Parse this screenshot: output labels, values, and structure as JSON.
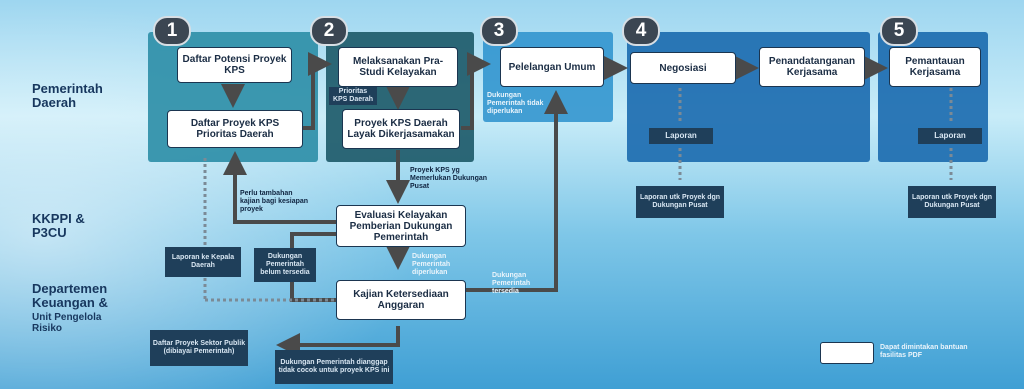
{
  "steps": [
    "1",
    "2",
    "3",
    "4",
    "5"
  ],
  "lanes": {
    "pemda": "Pemerintah Daerah",
    "kkppi": "KKPPI & P3CU",
    "depkeu": "Departemen Keuangan &",
    "upr": "Unit Pengelola Risiko"
  },
  "boxes": {
    "daftar_potensi": "Daftar Potensi Proyek KPS",
    "daftar_prioritas": "Daftar Proyek KPS Prioritas Daerah",
    "pra_studi": "Melaksanakan Pra-Studi Kelayakan",
    "layak": "Proyek KPS Daerah Layak Dikerjasamakan",
    "pelelangan": "Pelelangan Umum",
    "negosiasi": "Negosiasi",
    "penandatanganan": "Penandatanganan Kerjasama",
    "pemantauan": "Pemantauan Kerjasama",
    "evaluasi": "Evaluasi Kelayakan Pemberian Dukungan Pemerintah",
    "kajian": "Kajian Ketersediaan Anggaran"
  },
  "dark_boxes": {
    "prioritas_kps": "Prioritas KPS Daerah",
    "laporan4": "Laporan",
    "laporan5": "Laporan",
    "laporan_utk4": "Laporan utk Proyek dgn Dukungan Pusat",
    "laporan_utk5": "Laporan utk Proyek dgn Dukungan Pusat",
    "laporan_ke": "Laporan ke Kepala Daerah",
    "dukungan_belum": "Dukungan Pemerintah belum tersedia",
    "daftar_sektor": "Daftar Proyek Sektor Publik (dibiayai Pemerintah)",
    "dukungan_tidak": "Dukungan Pemerintah dianggap tidak cocok untuk proyek KPS ini"
  },
  "notes": {
    "tidak_diperlukan": "Dukungan Pemerintah tidak diperlukan",
    "memerlukan": "Proyek KPS yg Memerlukan Dukungan Pusat",
    "perlu_tambahan": "Perlu tambahan kajian bagi kesiapan proyek",
    "diperlukan": "Dukungan Pemerintah diperlukan",
    "tersedia": "Dukungan Pemerintah tersedia"
  },
  "legend": "Dapat dimintakan bantuan fasilitas PDF"
}
